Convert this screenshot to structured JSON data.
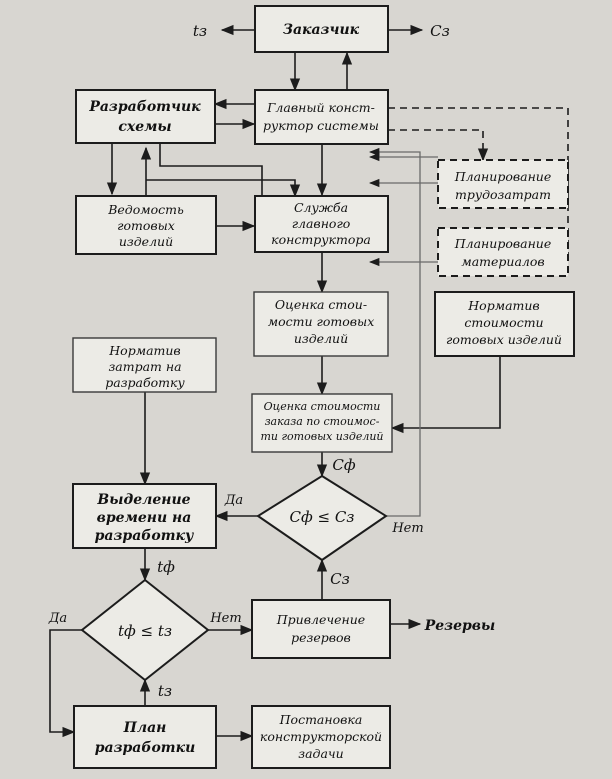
{
  "nodes": {
    "customer": "Заказчик",
    "developer": [
      "Разработчик",
      "схемы"
    ],
    "chief": [
      "Главный конст-",
      "руктор системы"
    ],
    "labor_planning": [
      "Планирование",
      "трудозатрат"
    ],
    "material_planning": [
      "Планирование",
      "материалов"
    ],
    "finished_goods_list": [
      "Ведомость",
      "готовых",
      "изделий"
    ],
    "chief_service": [
      "Служба",
      "главного",
      "конструктора"
    ],
    "cost_norm": [
      "Норматив",
      "стоимости",
      "готовых изделий"
    ],
    "cost_estimate": [
      "Оценка стои-",
      "мости готовых",
      "изделий"
    ],
    "dev_cost_norm": [
      "Норматив",
      "затрат на",
      "разработку"
    ],
    "order_cost_estimate": [
      "Оценка стоимости",
      "заказа по стоимос-",
      "ти готовых изделий"
    ],
    "time_allocation": [
      "Выделение",
      "времени на",
      "разработку"
    ],
    "cost_decision": "Сф ≤ Сз",
    "reserves_attraction": [
      "Привлечение",
      "резервов"
    ],
    "time_decision": "tф ≤ tз",
    "dev_plan": [
      "План",
      "разработки"
    ],
    "task_setting": [
      "Постановка",
      "конструкторской",
      "задачи"
    ]
  },
  "labels": {
    "t3_out": "tз",
    "c3_out": "Сз",
    "c_f": "Сф",
    "c_3": "Сз",
    "yes_cost": "Да",
    "no_cost": "Нет",
    "t_f": "tф",
    "t_3": "tз",
    "yes_time": "Да",
    "no_time": "Нет",
    "reserves": "Резервы"
  }
}
